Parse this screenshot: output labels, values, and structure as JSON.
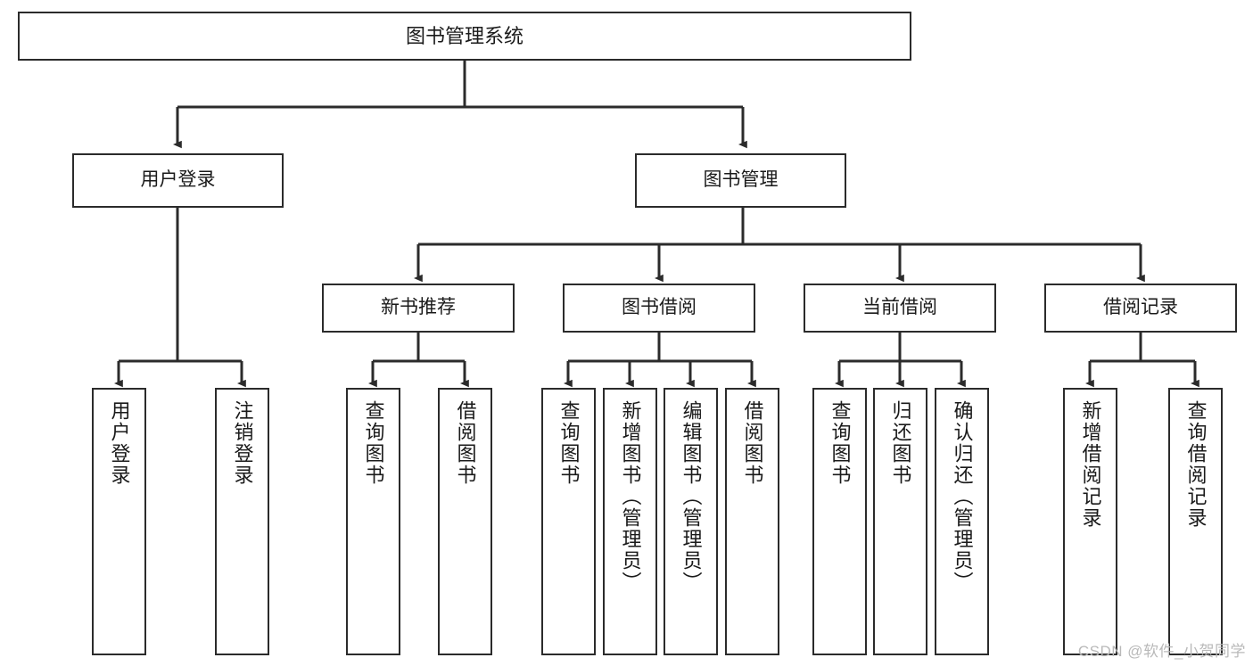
{
  "diagram": {
    "title": "图书管理系统",
    "type": "hierarchy-tree",
    "watermark": "CSDN @软件_小贺同学",
    "colors": {
      "background": "#ffffff",
      "box_border": "#2b2b2b",
      "edge": "#2b2b2b",
      "text": "#1a1a1a",
      "watermark": "#b9b9b9"
    },
    "root": {
      "label": "图书管理系统"
    },
    "level2": [
      {
        "id": "user-login",
        "label": "用户登录"
      },
      {
        "id": "book-manage",
        "label": "图书管理"
      }
    ],
    "level3": [
      {
        "id": "new-book-rec",
        "label": "新书推荐"
      },
      {
        "id": "book-borrow",
        "label": "图书借阅"
      },
      {
        "id": "current-borrow",
        "label": "当前借阅"
      },
      {
        "id": "borrow-record",
        "label": "借阅记录"
      }
    ],
    "leaves": {
      "user-login": [
        {
          "id": "leaf-user-login",
          "label": "用户登录"
        },
        {
          "id": "leaf-logout",
          "label": "注销登录"
        }
      ],
      "new-book-rec": [
        {
          "id": "leaf-query-book-1",
          "label": "查询图书"
        },
        {
          "id": "leaf-borrow-book-1",
          "label": "借阅图书"
        }
      ],
      "book-borrow": [
        {
          "id": "leaf-query-book-2",
          "label": "查询图书"
        },
        {
          "id": "leaf-add-book",
          "label": "新增图书（管理员）"
        },
        {
          "id": "leaf-edit-book",
          "label": "编辑图书（管理员）"
        },
        {
          "id": "leaf-borrow-book-2",
          "label": "借阅图书"
        }
      ],
      "current-borrow": [
        {
          "id": "leaf-query-book-3",
          "label": "查询图书"
        },
        {
          "id": "leaf-return-book",
          "label": "归还图书"
        },
        {
          "id": "leaf-confirm-return",
          "label": "确认归还（管理员）"
        }
      ],
      "borrow-record": [
        {
          "id": "leaf-add-record",
          "label": "新增借阅记录"
        },
        {
          "id": "leaf-query-record",
          "label": "查询借阅记录"
        }
      ]
    }
  }
}
